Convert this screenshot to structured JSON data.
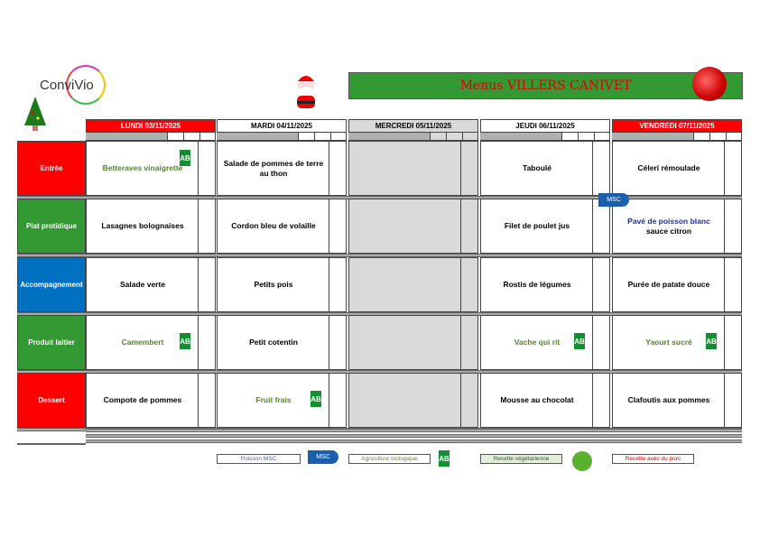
{
  "brand": {
    "logo_text": "ConviVio"
  },
  "title": "Menus VILLERS CANIVET",
  "days": [
    {
      "label": "LUNDI  03/11/2025",
      "bg": "#ff0000",
      "fg": "#ffffff"
    },
    {
      "label": "MARDI 04/11/2025",
      "bg": "#ffffff",
      "fg": "#000000"
    },
    {
      "label": "MERCREDI 05/11/2025",
      "bg": "#d9d9d9",
      "fg": "#000000",
      "closed": true
    },
    {
      "label": "JEUDI 06/11/2025",
      "bg": "#ffffff",
      "fg": "#000000"
    },
    {
      "label": "VENDREDI 07/11/2025",
      "bg": "#ff0000",
      "fg": "#ffffff"
    }
  ],
  "rows": [
    {
      "label": "Entrée",
      "color": "#ff0000"
    },
    {
      "label": "Plat protidique",
      "color": "#339933"
    },
    {
      "label": "Accompagnement",
      "color": "#0070c0"
    },
    {
      "label": "Produit laitier",
      "color": "#339933"
    },
    {
      "label": "Dessert",
      "color": "#ff0000"
    }
  ],
  "menu": [
    [
      {
        "text": "Betteraves vinaigrette",
        "color": "#548235",
        "icon": "ab"
      },
      {
        "text": "Salade de pommes de terre au thon"
      },
      {
        "text": ""
      },
      {
        "text": "Taboulé"
      },
      {
        "text": "Céleri rémoulade"
      }
    ],
    [
      {
        "text": "Lasagnes bolognaises"
      },
      {
        "text": "Cordon bleu de volaille"
      },
      {
        "text": ""
      },
      {
        "text": "Filet de poulet jus",
        "icon": "msc-after"
      },
      {
        "text": "Pavé de poisson blanc",
        "text2": "sauce citron",
        "color": "#1f2f9f"
      }
    ],
    [
      {
        "text": "Salade verte"
      },
      {
        "text": "Petits pois"
      },
      {
        "text": ""
      },
      {
        "text": "Rostis de légumes"
      },
      {
        "text": "Purée de patate douce"
      }
    ],
    [
      {
        "text": "Camembert",
        "color": "#548235",
        "icon": "ab"
      },
      {
        "text": "Petit cotentin"
      },
      {
        "text": ""
      },
      {
        "text": "Vache qui rit",
        "color": "#548235",
        "icon": "ab"
      },
      {
        "text": "Yaourt sucré",
        "color": "#548235",
        "icon": "ab"
      }
    ],
    [
      {
        "text": "Compote de pommes"
      },
      {
        "text": "Fruit frais",
        "color": "#548235",
        "icon": "ab"
      },
      {
        "text": ""
      },
      {
        "text": "Mousse au chocolat"
      },
      {
        "text": "Clafoutis aux pommes"
      }
    ]
  ],
  "icons": {
    "ab": "AB",
    "msc": "MSC"
  },
  "legend": [
    {
      "label": "Poisson MSC",
      "color": "#4a5fb0",
      "bg": "#ffffff",
      "border": "#555555"
    },
    {
      "label": "Agriculture biologique",
      "color": "#6a8a40",
      "bg": "#ffffff",
      "border": "#555555"
    },
    {
      "label": "Recette végétarienne",
      "color": "#335533",
      "bg": "#e2efd9",
      "border": "#555555"
    },
    {
      "label": "Recette avec du porc",
      "color": "#e00000",
      "bg": "#ffffff",
      "border": "#555555"
    }
  ]
}
